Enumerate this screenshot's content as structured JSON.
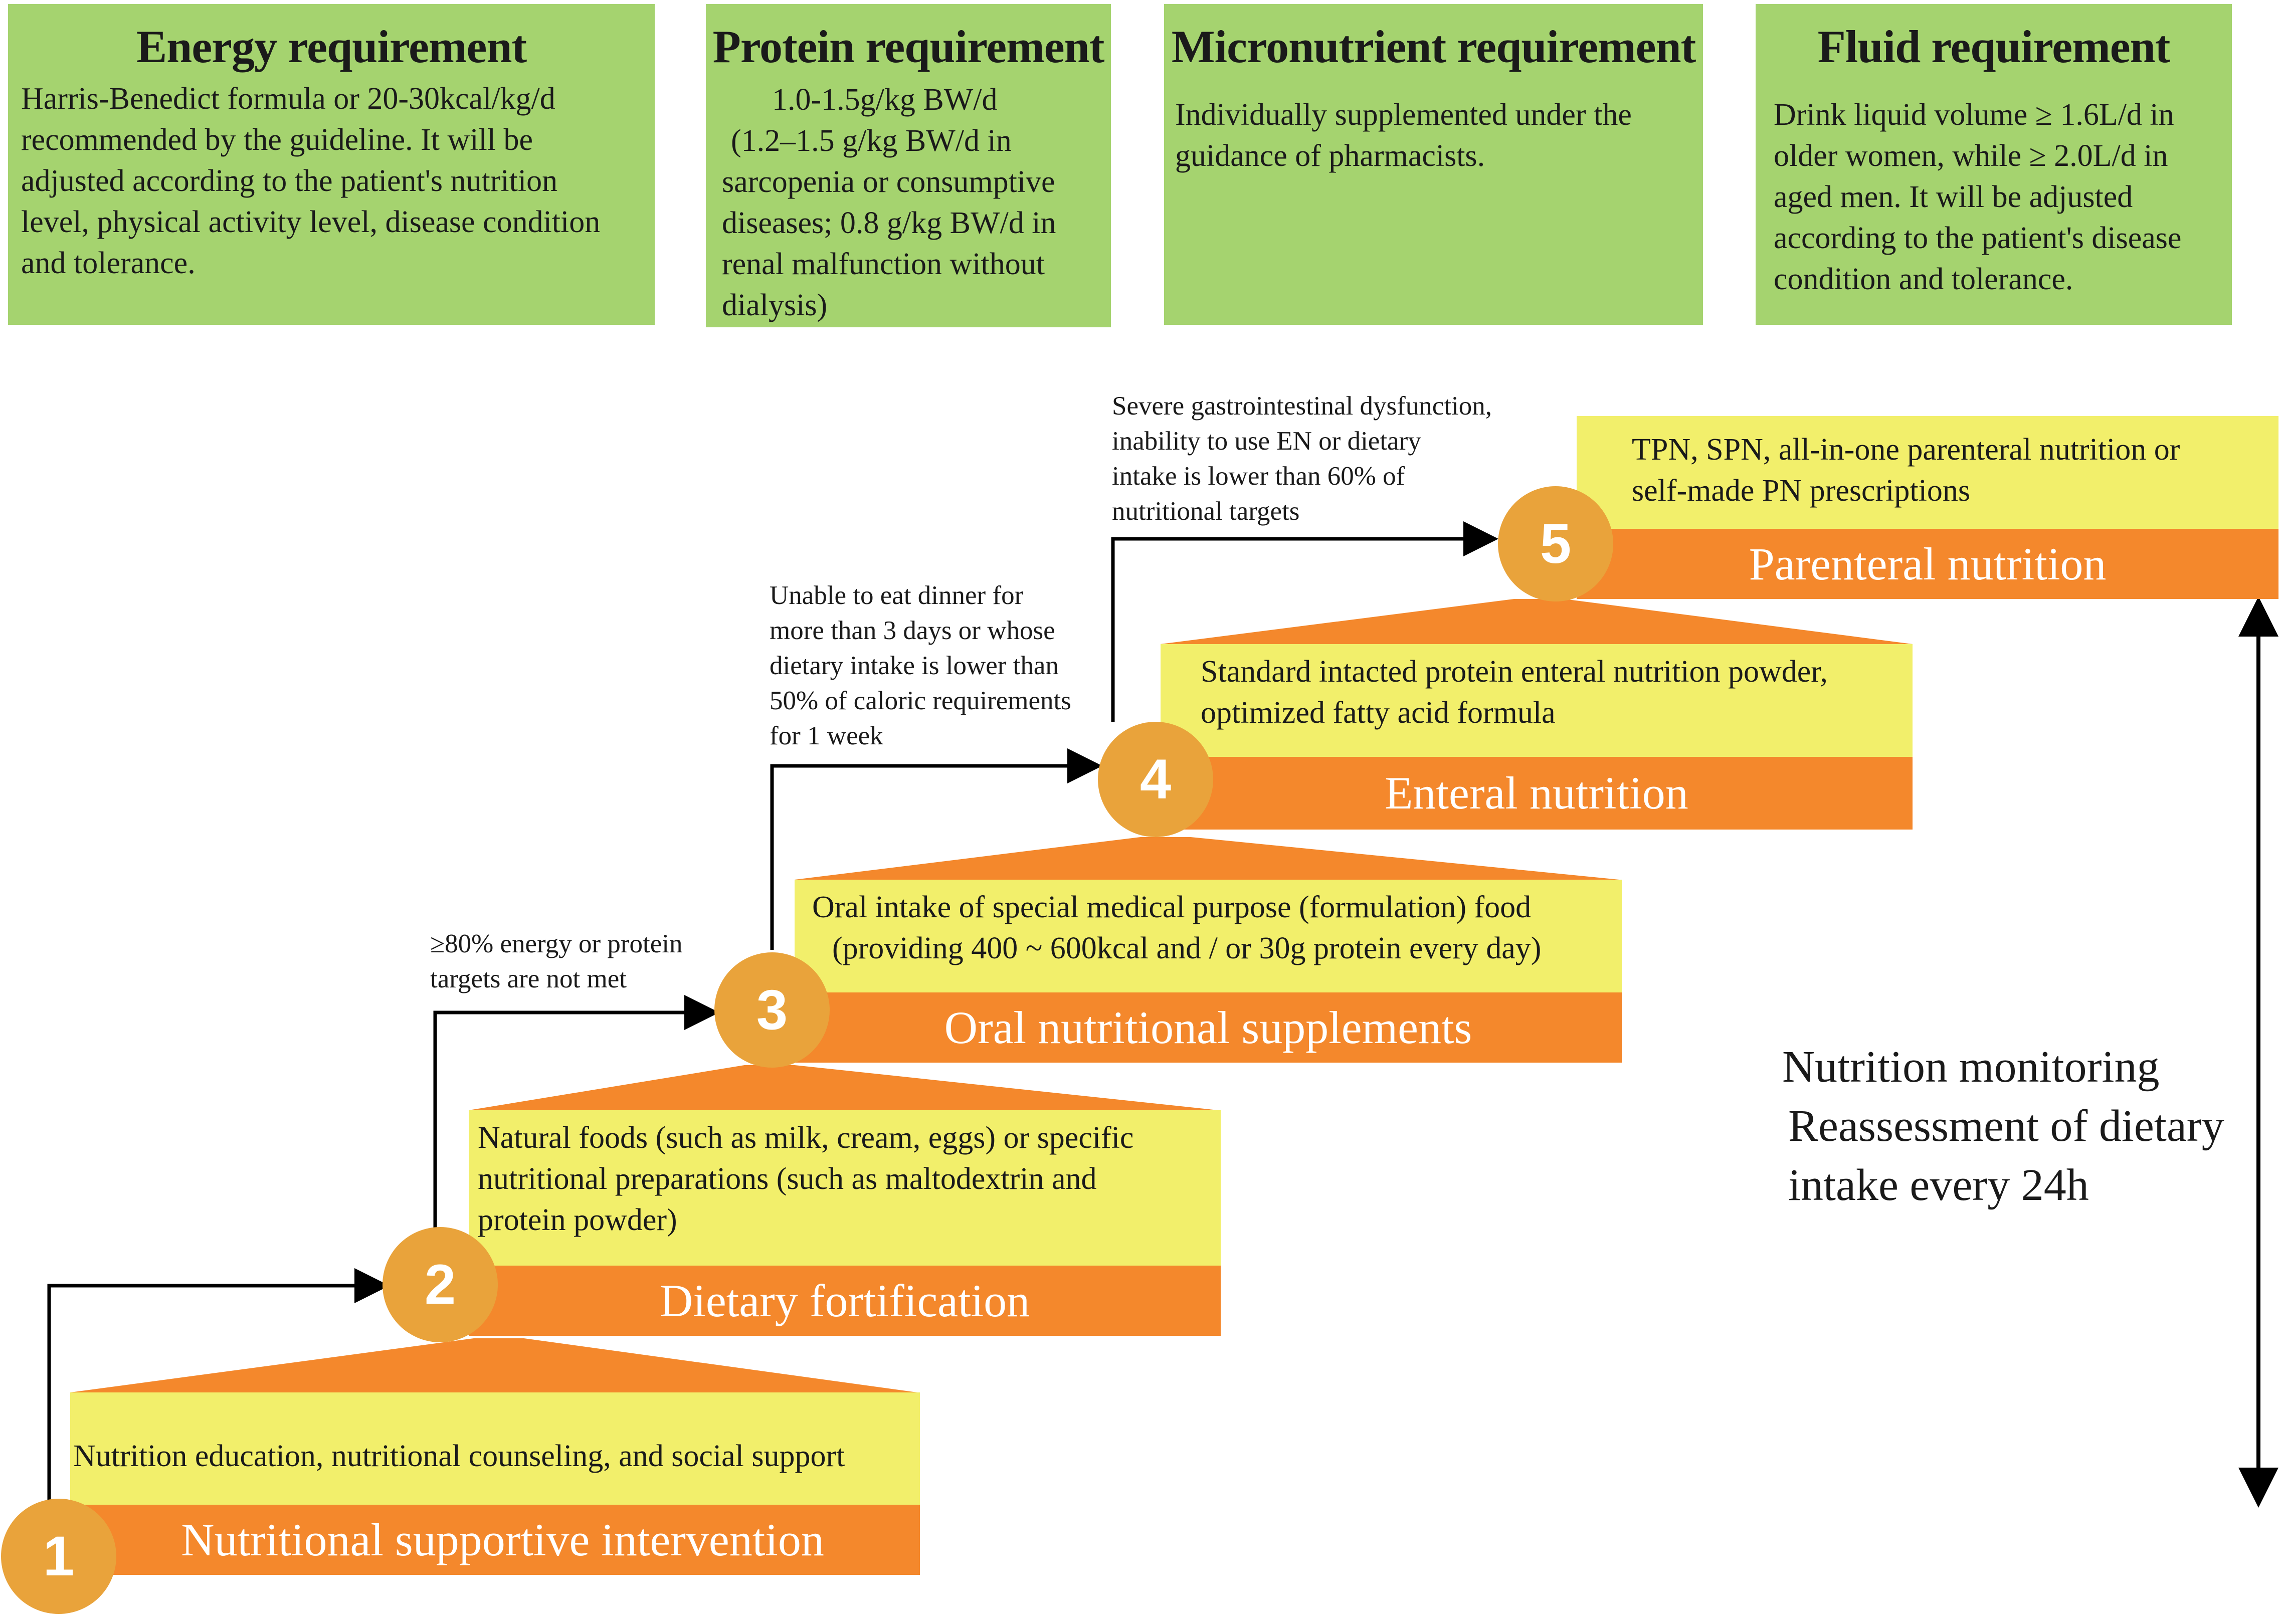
{
  "requirements": [
    {
      "title": "Energy requirement",
      "lines": [
        "Harris-Benedict formula or 20-30kcal/kg/d",
        "recommended by the guideline. It will be",
        "adjusted according to the patient's nutrition",
        "level, physical activity level, disease condition",
        "and tolerance."
      ]
    },
    {
      "title": "Protein requirement",
      "lines": [
        "1.0-1.5g/kg BW/d",
        "(1.2–1.5 g/kg BW/d in",
        "sarcopenia or consumptive",
        "diseases; 0.8 g/kg BW/d in",
        "renal malfunction without",
        "dialysis)"
      ]
    },
    {
      "title": "Micronutrient requirement",
      "lines": [
        "Individually supplemented under the",
        "guidance of pharmacists."
      ]
    },
    {
      "title": "Fluid requirement",
      "lines": [
        "Drink liquid volume ≥ 1.6L/d in",
        "older women, while ≥ 2.0L/d in",
        "aged men. It will be adjusted",
        "according to the patient's disease",
        "condition and tolerance."
      ]
    }
  ],
  "stages": [
    {
      "number": "1",
      "name": "Nutritional supportive intervention",
      "lines": [
        "Nutrition education, nutritional counseling, and social support"
      ]
    },
    {
      "number": "2",
      "name": "Dietary fortification",
      "lines": [
        "Natural foods (such as milk, cream, eggs) or specific",
        "nutritional preparations (such as maltodextrin and",
        "protein powder)"
      ]
    },
    {
      "number": "3",
      "name": "Oral nutritional supplements",
      "lines": [
        "Oral intake of special medical purpose (formulation) food",
        "(providing 400 ~ 600kcal and / or 30g protein every day)"
      ]
    },
    {
      "number": "4",
      "name": "Enteral nutrition",
      "lines": [
        "Standard intacted protein enteral nutrition powder,",
        "optimized fatty acid formula"
      ]
    },
    {
      "number": "5",
      "name": "Parenteral nutrition",
      "lines": [
        "TPN, SPN, all-in-one parenteral nutrition or",
        "self-made PN prescriptions"
      ]
    }
  ],
  "conditions": [
    {
      "lines": [
        "≥80% energy or protein",
        "targets are not met"
      ]
    },
    {
      "lines": [
        "Unable to eat dinner for",
        "more than 3 days or whose",
        "dietary intake is lower than",
        "50% of caloric requirements",
        "for 1 week"
      ]
    },
    {
      "lines": [
        "Severe gastrointestinal dysfunction,",
        "inability to use EN or dietary",
        "intake is lower than 60% of",
        "nutritional targets"
      ]
    }
  ],
  "monitoring": {
    "lines": [
      "Nutrition monitoring",
      "Reassessment of dietary",
      "intake every 24h"
    ]
  },
  "colors": {
    "requirement_box": "#a5d36f",
    "description_box": "#f2ef6b",
    "stage_bar": "#f4882c",
    "stage_circle": "#e9a33b",
    "arrow": "#000000"
  }
}
